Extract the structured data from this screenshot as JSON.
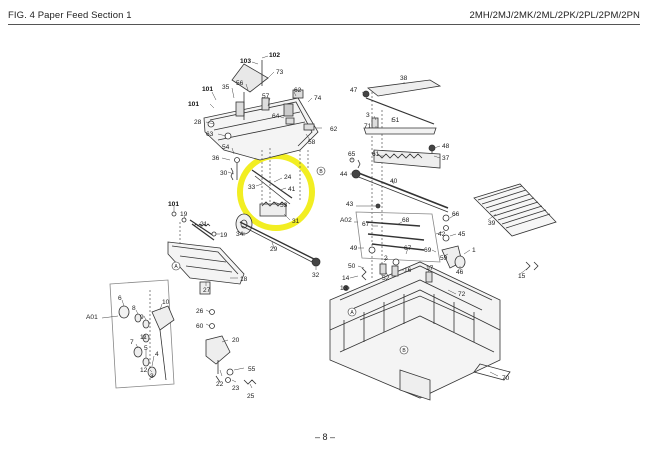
{
  "header": {
    "left": "FIG. 4  Paper Feed Section 1",
    "right": "2MH/2MJ/2MK/2ML/2PK/2PL/2PM/2PN"
  },
  "footer": {
    "page": "– 8 –"
  },
  "highlight_color": "#f2ee22",
  "callouts": [
    {
      "id": "c102",
      "text": "102"
    },
    {
      "id": "c103",
      "text": "103"
    },
    {
      "id": "c73",
      "text": "73"
    },
    {
      "id": "c101a",
      "text": "101"
    },
    {
      "id": "c35",
      "text": "35"
    },
    {
      "id": "c56",
      "text": "56"
    },
    {
      "id": "c101b",
      "text": "101"
    },
    {
      "id": "c57",
      "text": "57"
    },
    {
      "id": "c62a",
      "text": "62"
    },
    {
      "id": "c74",
      "text": "74"
    },
    {
      "id": "c28",
      "text": "28"
    },
    {
      "id": "c64",
      "text": "64"
    },
    {
      "id": "c62b",
      "text": "62"
    },
    {
      "id": "c63",
      "text": "63"
    },
    {
      "id": "c58",
      "text": "58"
    },
    {
      "id": "c54",
      "text": "54"
    },
    {
      "id": "c36",
      "text": "36"
    },
    {
      "id": "c30",
      "text": "30"
    },
    {
      "id": "c24",
      "text": "24"
    },
    {
      "id": "c33",
      "text": "33"
    },
    {
      "id": "c41",
      "text": "41"
    },
    {
      "id": "c53",
      "text": "53"
    },
    {
      "id": "c31",
      "text": "31"
    },
    {
      "id": "c34",
      "text": "34"
    },
    {
      "id": "c29",
      "text": "29"
    },
    {
      "id": "c32",
      "text": "32"
    },
    {
      "id": "c101c",
      "text": "101"
    },
    {
      "id": "c19a",
      "text": "19"
    },
    {
      "id": "c21",
      "text": "21"
    },
    {
      "id": "c19b",
      "text": "19"
    },
    {
      "id": "c18",
      "text": "18"
    },
    {
      "id": "c27",
      "text": "27"
    },
    {
      "id": "c26",
      "text": "26"
    },
    {
      "id": "c60",
      "text": "60"
    },
    {
      "id": "c20",
      "text": "20"
    },
    {
      "id": "c55",
      "text": "55"
    },
    {
      "id": "c22",
      "text": "22"
    },
    {
      "id": "c23",
      "text": "23"
    },
    {
      "id": "c25",
      "text": "25"
    },
    {
      "id": "c6",
      "text": "6"
    },
    {
      "id": "c8",
      "text": "8"
    },
    {
      "id": "c9",
      "text": "9"
    },
    {
      "id": "c10",
      "text": "10"
    },
    {
      "id": "c11",
      "text": "11"
    },
    {
      "id": "c7",
      "text": "7"
    },
    {
      "id": "c5",
      "text": "5"
    },
    {
      "id": "c4",
      "text": "4"
    },
    {
      "id": "c12",
      "text": "12"
    },
    {
      "id": "c3b",
      "text": "3"
    },
    {
      "id": "cA01",
      "text": "A01"
    },
    {
      "id": "c38",
      "text": "38"
    },
    {
      "id": "c47",
      "text": "47"
    },
    {
      "id": "c3a",
      "text": "3"
    },
    {
      "id": "c71",
      "text": "71"
    },
    {
      "id": "c51",
      "text": "51"
    },
    {
      "id": "c48",
      "text": "48"
    },
    {
      "id": "c37",
      "text": "37"
    },
    {
      "id": "c65",
      "text": "65"
    },
    {
      "id": "c61",
      "text": "61"
    },
    {
      "id": "c44",
      "text": "44"
    },
    {
      "id": "c40",
      "text": "40"
    },
    {
      "id": "c43",
      "text": "43"
    },
    {
      "id": "c66",
      "text": "66"
    },
    {
      "id": "c39",
      "text": "39"
    },
    {
      "id": "cA02",
      "text": "A02"
    },
    {
      "id": "c67a",
      "text": "67"
    },
    {
      "id": "c68",
      "text": "68"
    },
    {
      "id": "c42",
      "text": "42"
    },
    {
      "id": "c45",
      "text": "45"
    },
    {
      "id": "c69",
      "text": "69"
    },
    {
      "id": "c49",
      "text": "49"
    },
    {
      "id": "c2",
      "text": "2"
    },
    {
      "id": "c67b",
      "text": "67"
    },
    {
      "id": "c1",
      "text": "1"
    },
    {
      "id": "c50",
      "text": "50"
    },
    {
      "id": "c52",
      "text": "52"
    },
    {
      "id": "c16",
      "text": "16"
    },
    {
      "id": "c17",
      "text": "17"
    },
    {
      "id": "c46",
      "text": "46"
    },
    {
      "id": "c59",
      "text": "59"
    },
    {
      "id": "c14",
      "text": "14"
    },
    {
      "id": "c13",
      "text": "13"
    },
    {
      "id": "c72",
      "text": "72"
    },
    {
      "id": "c15",
      "text": "15"
    },
    {
      "id": "c70",
      "text": "70"
    }
  ],
  "markers": [
    {
      "id": "mB1",
      "text": "B"
    },
    {
      "id": "mA1",
      "text": "A"
    },
    {
      "id": "mA2",
      "text": "A"
    },
    {
      "id": "mB2",
      "text": "B"
    }
  ]
}
